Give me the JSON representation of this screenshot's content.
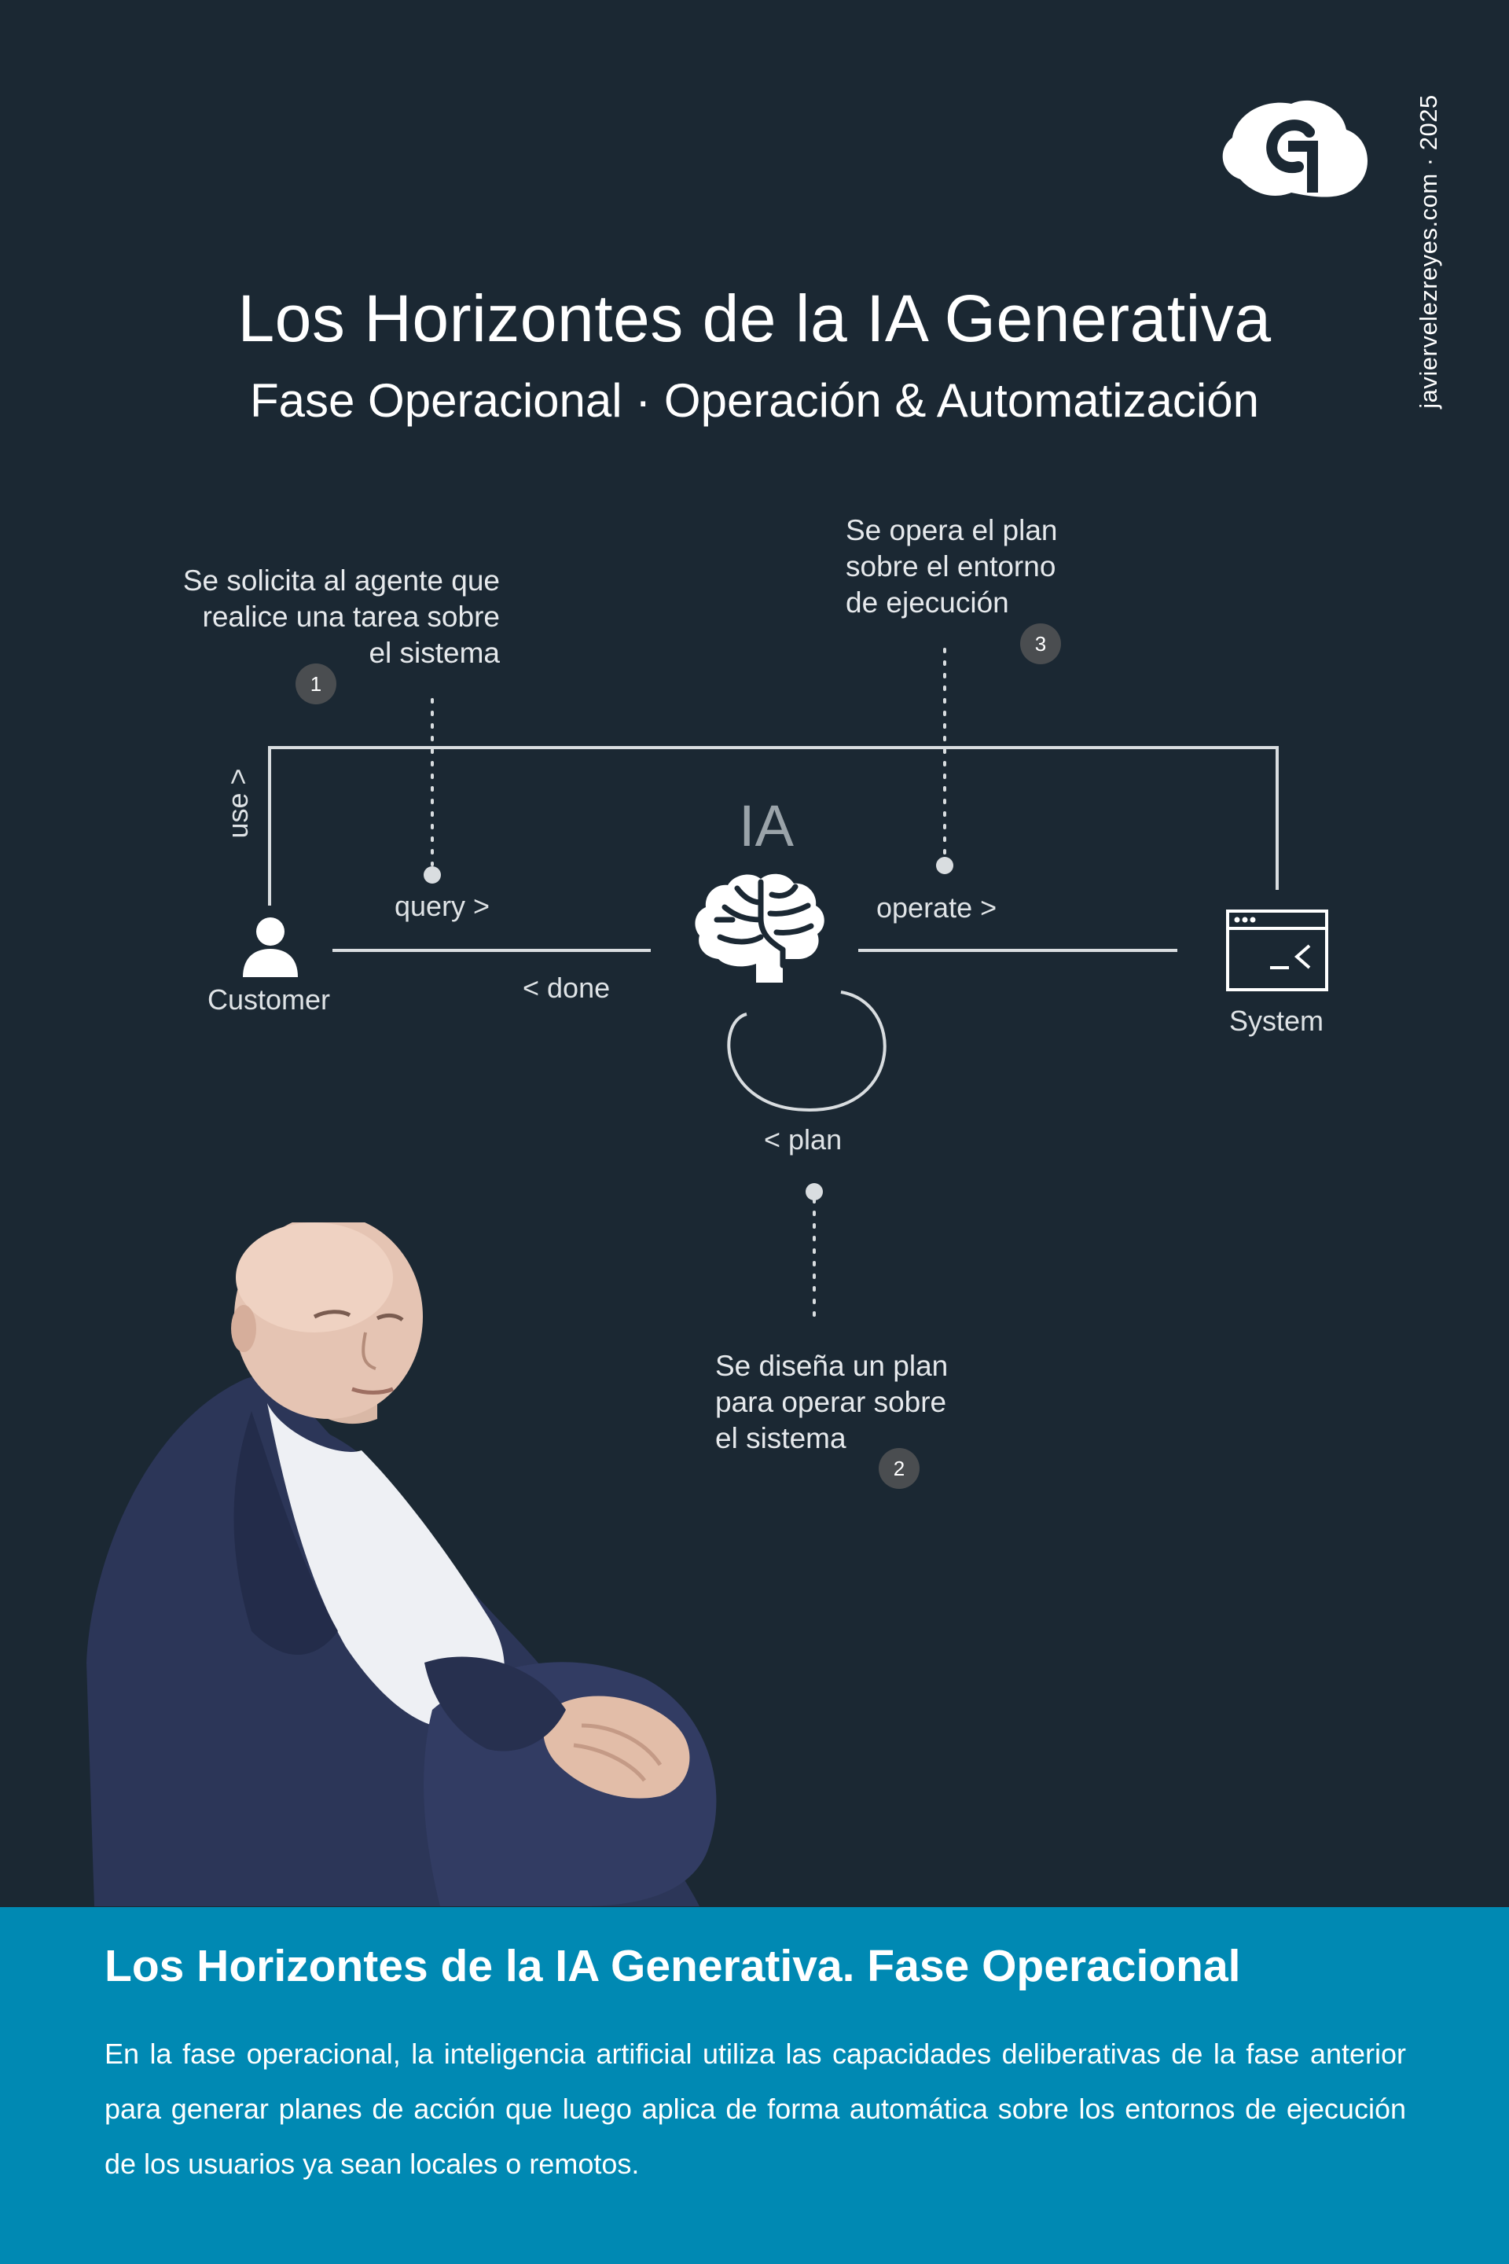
{
  "brand": {
    "logo_icon": "cloud-logo-icon",
    "side_text": "javiervelezreyes.com · 2025"
  },
  "header": {
    "title": "Los Horizontes de la IA Generativa",
    "subtitle": "Fase Operacional · Operación & Automatización"
  },
  "diagram": {
    "center_label": "IA",
    "center_icon": "brain-icon",
    "customer": {
      "label": "Customer",
      "icon": "user-icon"
    },
    "system": {
      "label": "System",
      "icon": "terminal-window-icon"
    },
    "edges": {
      "use": "use >",
      "query": "query >",
      "done": "< done",
      "operate": "operate >",
      "plan": "< plan"
    },
    "steps": [
      {
        "number": "1",
        "lines": [
          "Se solicita al agente que",
          "realice una tarea sobre",
          "el sistema"
        ]
      },
      {
        "number": "2",
        "lines": [
          "Se diseña un plan",
          "para operar sobre",
          "el sistema"
        ]
      },
      {
        "number": "3",
        "lines": [
          "Se opera el plan",
          "sobre el entorno",
          "de ejecución"
        ]
      }
    ]
  },
  "colors": {
    "background": "#1b2833",
    "panel": "#0089b3",
    "line": "#d9dde0",
    "badge": "#4a4d50"
  },
  "footer": {
    "title": "Los Horizontes de la IA Generativa. Fase Operacional",
    "body": "En la fase operacional, la inteligencia artificial utiliza las capacidades deliberativas de la fase anterior para generar planes de acción que luego aplica de forma automática sobre los entornos de ejecución de los usuarios ya sean locales o remotos."
  }
}
